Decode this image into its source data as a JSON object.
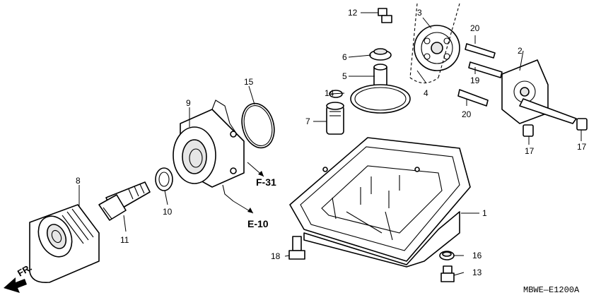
{
  "diagram": {
    "code": "MBWE—E1200A",
    "direction_label": "FR.",
    "references": [
      "F-31",
      "E-10"
    ],
    "callouts": [
      "1",
      "2",
      "3",
      "4",
      "5",
      "6",
      "7",
      "8",
      "9",
      "10",
      "11",
      "12",
      "13",
      "14",
      "15",
      "16",
      "17",
      "17",
      "18",
      "19",
      "20",
      "20"
    ]
  },
  "colors": {
    "line": "#000000",
    "background": "#ffffff",
    "shade": "#e6e6e6"
  }
}
